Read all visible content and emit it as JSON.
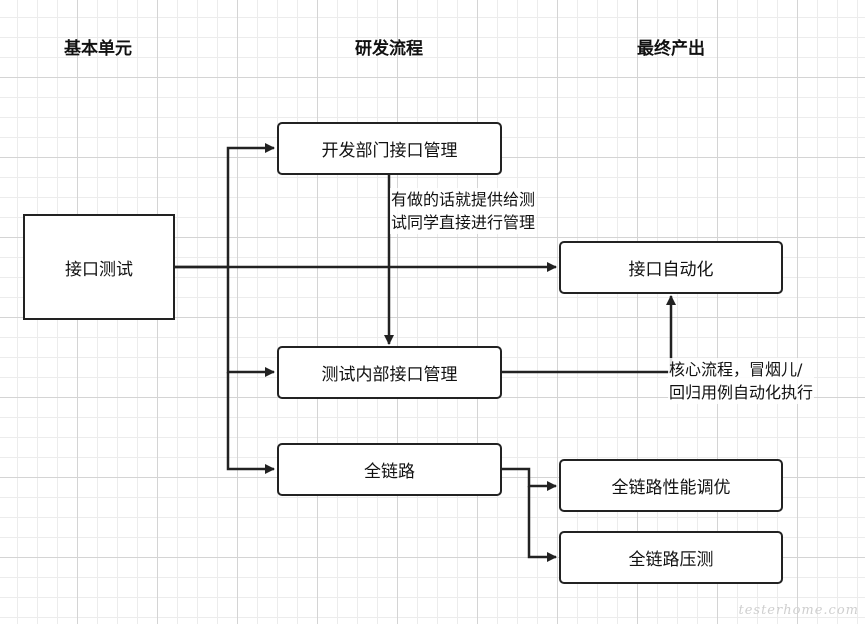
{
  "headers": {
    "unit": "基本单元",
    "process": "研发流程",
    "output": "最终产出"
  },
  "nodes": {
    "api_test": "接口测试",
    "dev_api_mgmt": "开发部门接口管理",
    "test_api_mgmt": "测试内部接口管理",
    "full_link": "全链路",
    "api_automation": "接口自动化",
    "full_link_perf": "全链路性能调优",
    "full_link_stress": "全链路压测"
  },
  "annotations": {
    "dev_to_test": [
      "有做的话就提供给测",
      "试同学直接进行管理"
    ],
    "test_to_auto": [
      "核心流程，冒烟儿/",
      "回归用例自动化执行"
    ]
  },
  "watermark": "testerhome.com"
}
